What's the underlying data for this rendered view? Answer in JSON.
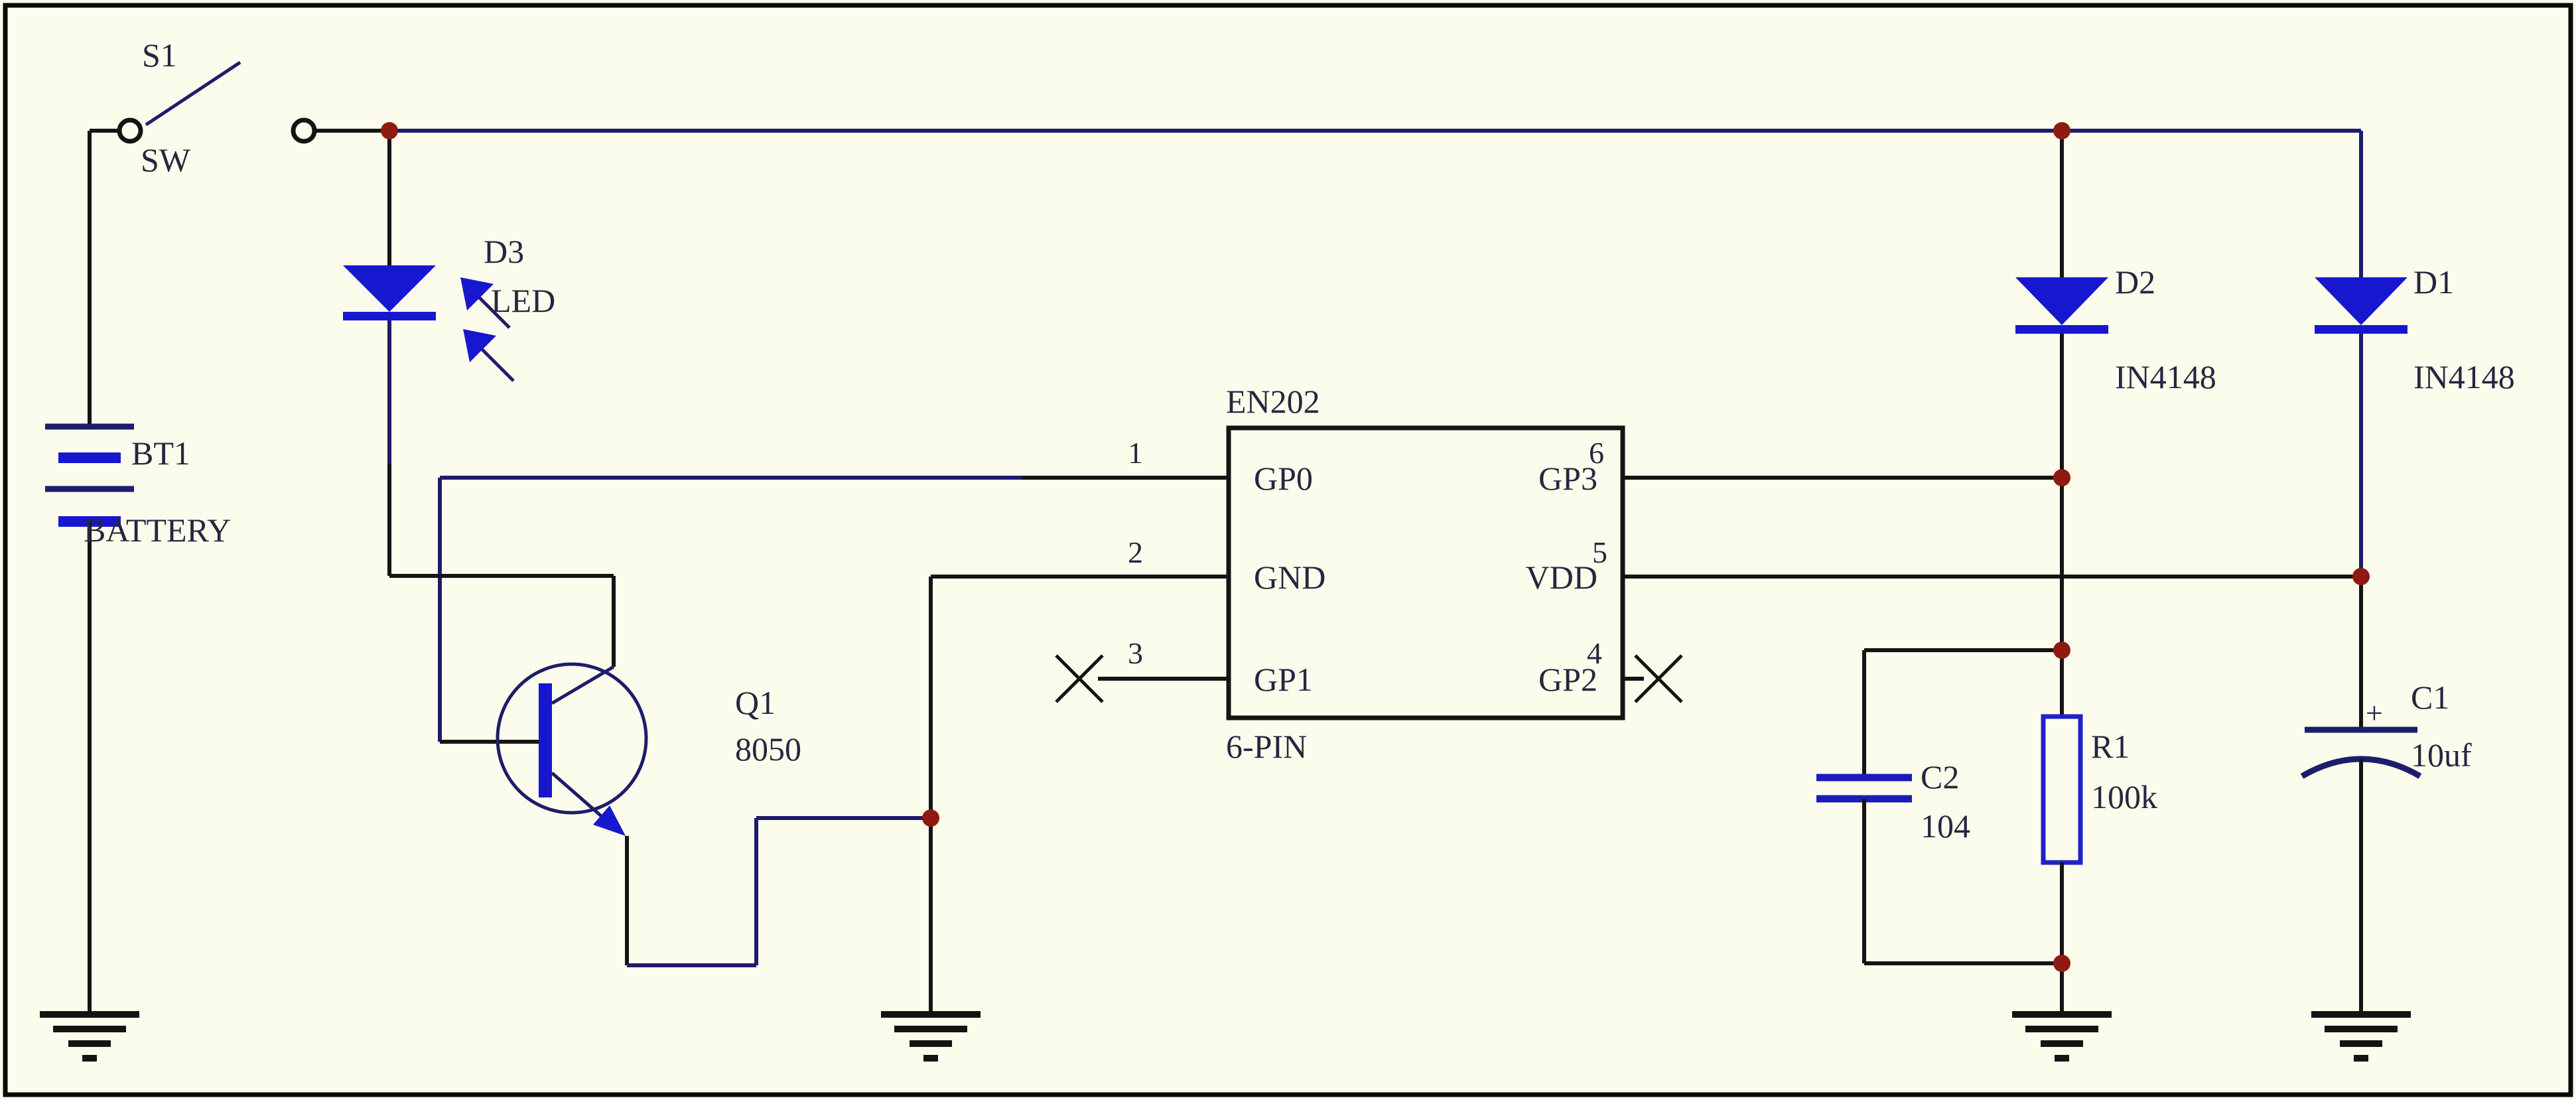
{
  "schematic": {
    "colors": {
      "background": "#fcfcec",
      "wire_navy": "#1d1d6a",
      "wire_black": "#141414",
      "component_blue": "#1717d0",
      "junction_red": "#8e1a12",
      "text": "#262640"
    },
    "switch": {
      "ref": "S1",
      "type": "SW"
    },
    "battery": {
      "ref": "BT1",
      "type": "BATTERY"
    },
    "led": {
      "ref": "D3",
      "type": "LED"
    },
    "transistor": {
      "ref": "Q1",
      "part": "8050"
    },
    "ic": {
      "name": "EN202",
      "package": "6-PIN",
      "pins": {
        "left": [
          {
            "num": "1",
            "label": "GP0"
          },
          {
            "num": "2",
            "label": "GND"
          },
          {
            "num": "3",
            "label": "GP1"
          }
        ],
        "right": [
          {
            "num": "6",
            "label": "GP3"
          },
          {
            "num": "5",
            "label": "VDD"
          },
          {
            "num": "4",
            "label": "GP2"
          }
        ]
      }
    },
    "diode_d2": {
      "ref": "D2",
      "part": "IN4148"
    },
    "diode_d1": {
      "ref": "D1",
      "part": "IN4148"
    },
    "cap_c2": {
      "ref": "C2",
      "value": "104"
    },
    "resistor_r1": {
      "ref": "R1",
      "value": "100k"
    },
    "cap_c1": {
      "ref": "C1",
      "value": "10uf",
      "polarity": "+"
    }
  }
}
